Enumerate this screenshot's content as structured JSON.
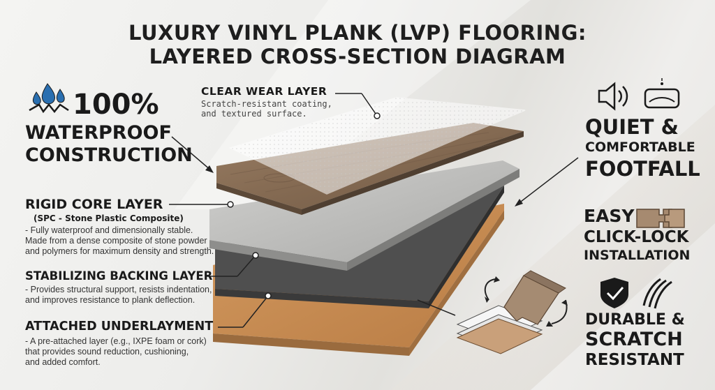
{
  "title": {
    "line1": "LUXURY VINYL PLANK (LVP) FLOORING:",
    "line2": "LAYERED CROSS-SECTION DIAGRAM"
  },
  "waterproof": {
    "percent": "100%",
    "line1": "WATERPROOF",
    "line2": "CONSTRUCTION",
    "icon": "water-drops-icon"
  },
  "wear_layer": {
    "heading": "CLEAR WEAR LAYER",
    "desc1": "Scratch-resistant coating,",
    "desc2": "and textured surface."
  },
  "rigid_core": {
    "heading": "RIGID CORE LAYER",
    "sub": "(SPC - Stone Plastic Composite)",
    "desc1": " - Fully waterproof and dimensionally stable.",
    "desc2": "Made from a dense composite of stone powder",
    "desc3": "and polymers for maximum density and strength."
  },
  "backing": {
    "heading": "STABILIZING BACKING LAYER",
    "desc1": "- Provides structural support, resists indentation,",
    "desc2": "and improves resistance to plank deflection."
  },
  "underlayment": {
    "heading": "ATTACHED UNDERLAYMENT",
    "desc1": " - A pre-attached layer (e.g., IXPE foam or cork)",
    "desc2": "that provides sound reduction, cushioning,",
    "desc3": "and added comfort."
  },
  "quiet": {
    "line1": "QUIET &",
    "line2": "COMFORTABLE",
    "line3": "FOOTFALL",
    "icons": [
      "speaker-icon",
      "cushion-icon"
    ]
  },
  "clicklock": {
    "line1": "EASY",
    "line2": "CLICK-LOCK",
    "line3": "INSTALLATION",
    "icon": "click-joint-icon"
  },
  "durable": {
    "line1": "DURABLE &",
    "line2": "SCRATCH",
    "line3": "RESISTANT",
    "icons": [
      "shield-check-icon",
      "claw-scratch-icon"
    ]
  },
  "colors": {
    "wood": "#8a7058",
    "core": "#bdbdbb",
    "backing": "#4f4f4f",
    "cork": "#c98f56",
    "text": "#1a1a1a"
  }
}
